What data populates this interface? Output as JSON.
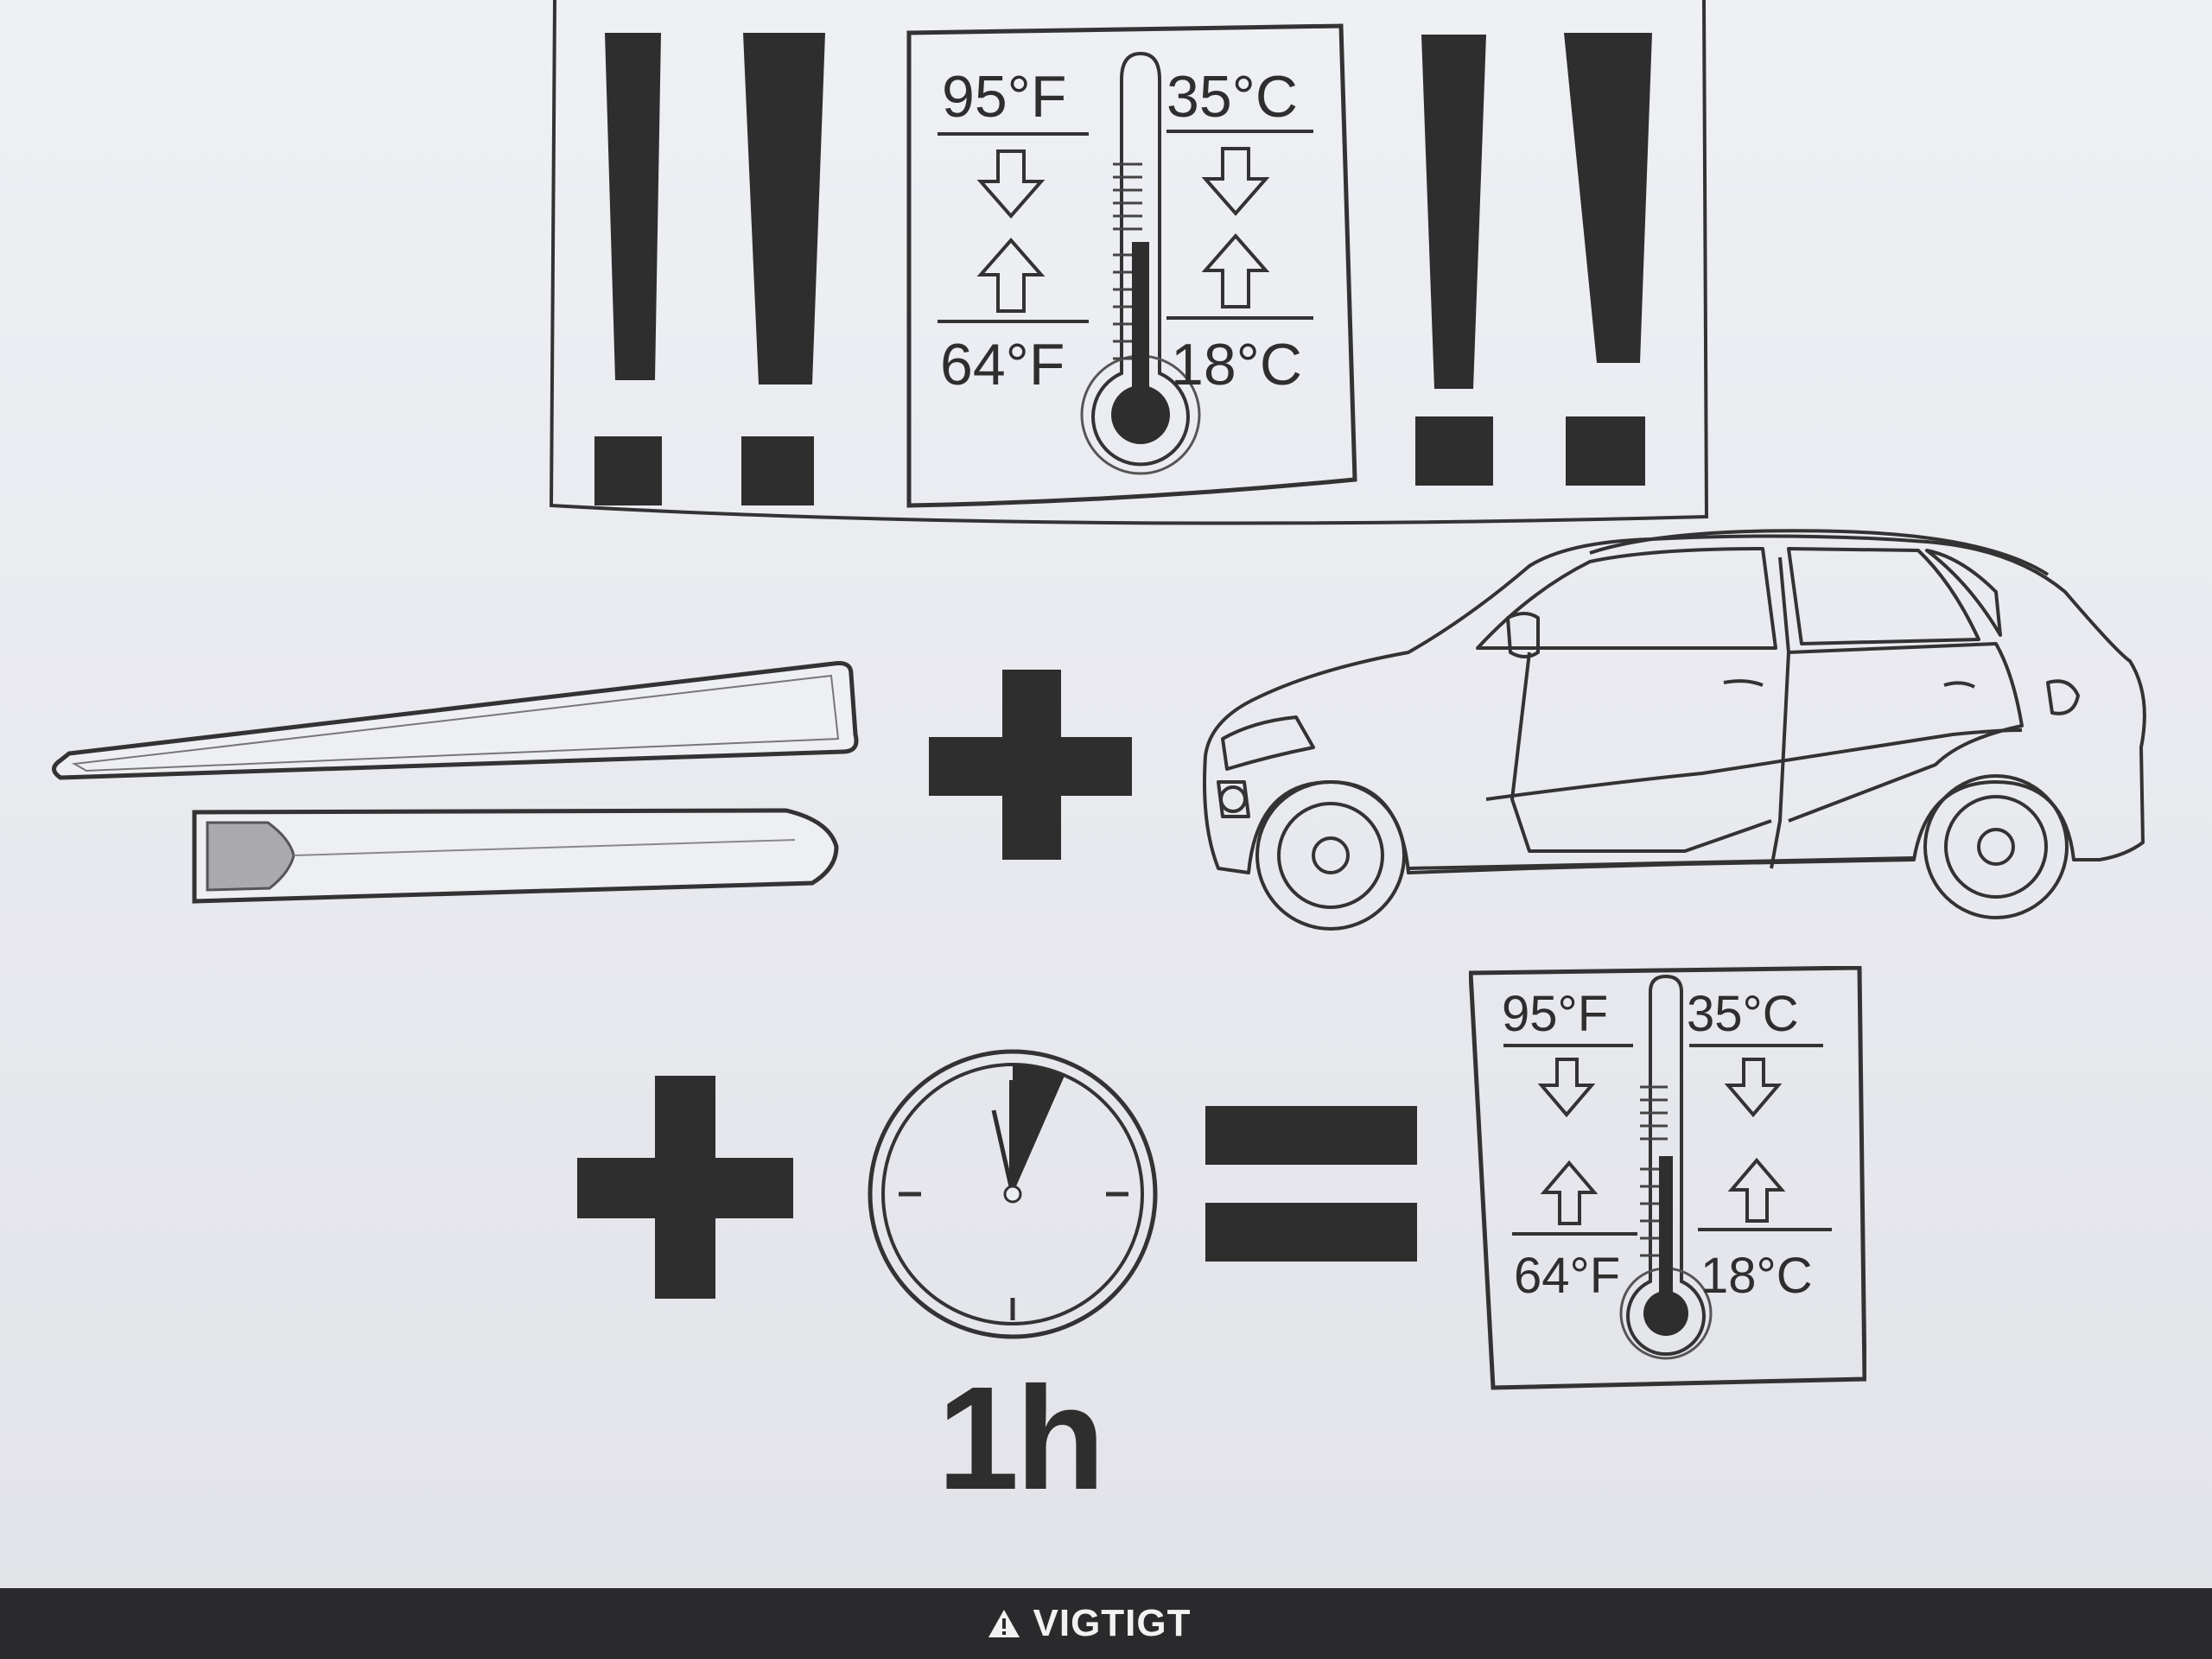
{
  "top_panel": {
    "temp_high_f": "95°F",
    "temp_high_c": "35°C",
    "temp_low_f": "64°F",
    "temp_low_c": "18°C"
  },
  "result_panel": {
    "temp_high_f": "95°F",
    "temp_high_c": "35°C",
    "temp_low_f": "64°F",
    "temp_low_c": "18°C"
  },
  "duration_label": "1h",
  "footer": {
    "label": "VIGTIGT",
    "icon": "warning-triangle-icon"
  },
  "colors": {
    "ink": "#2e2e2e",
    "paper": "#eceef2",
    "footer_bar": "#2a2a2c"
  }
}
